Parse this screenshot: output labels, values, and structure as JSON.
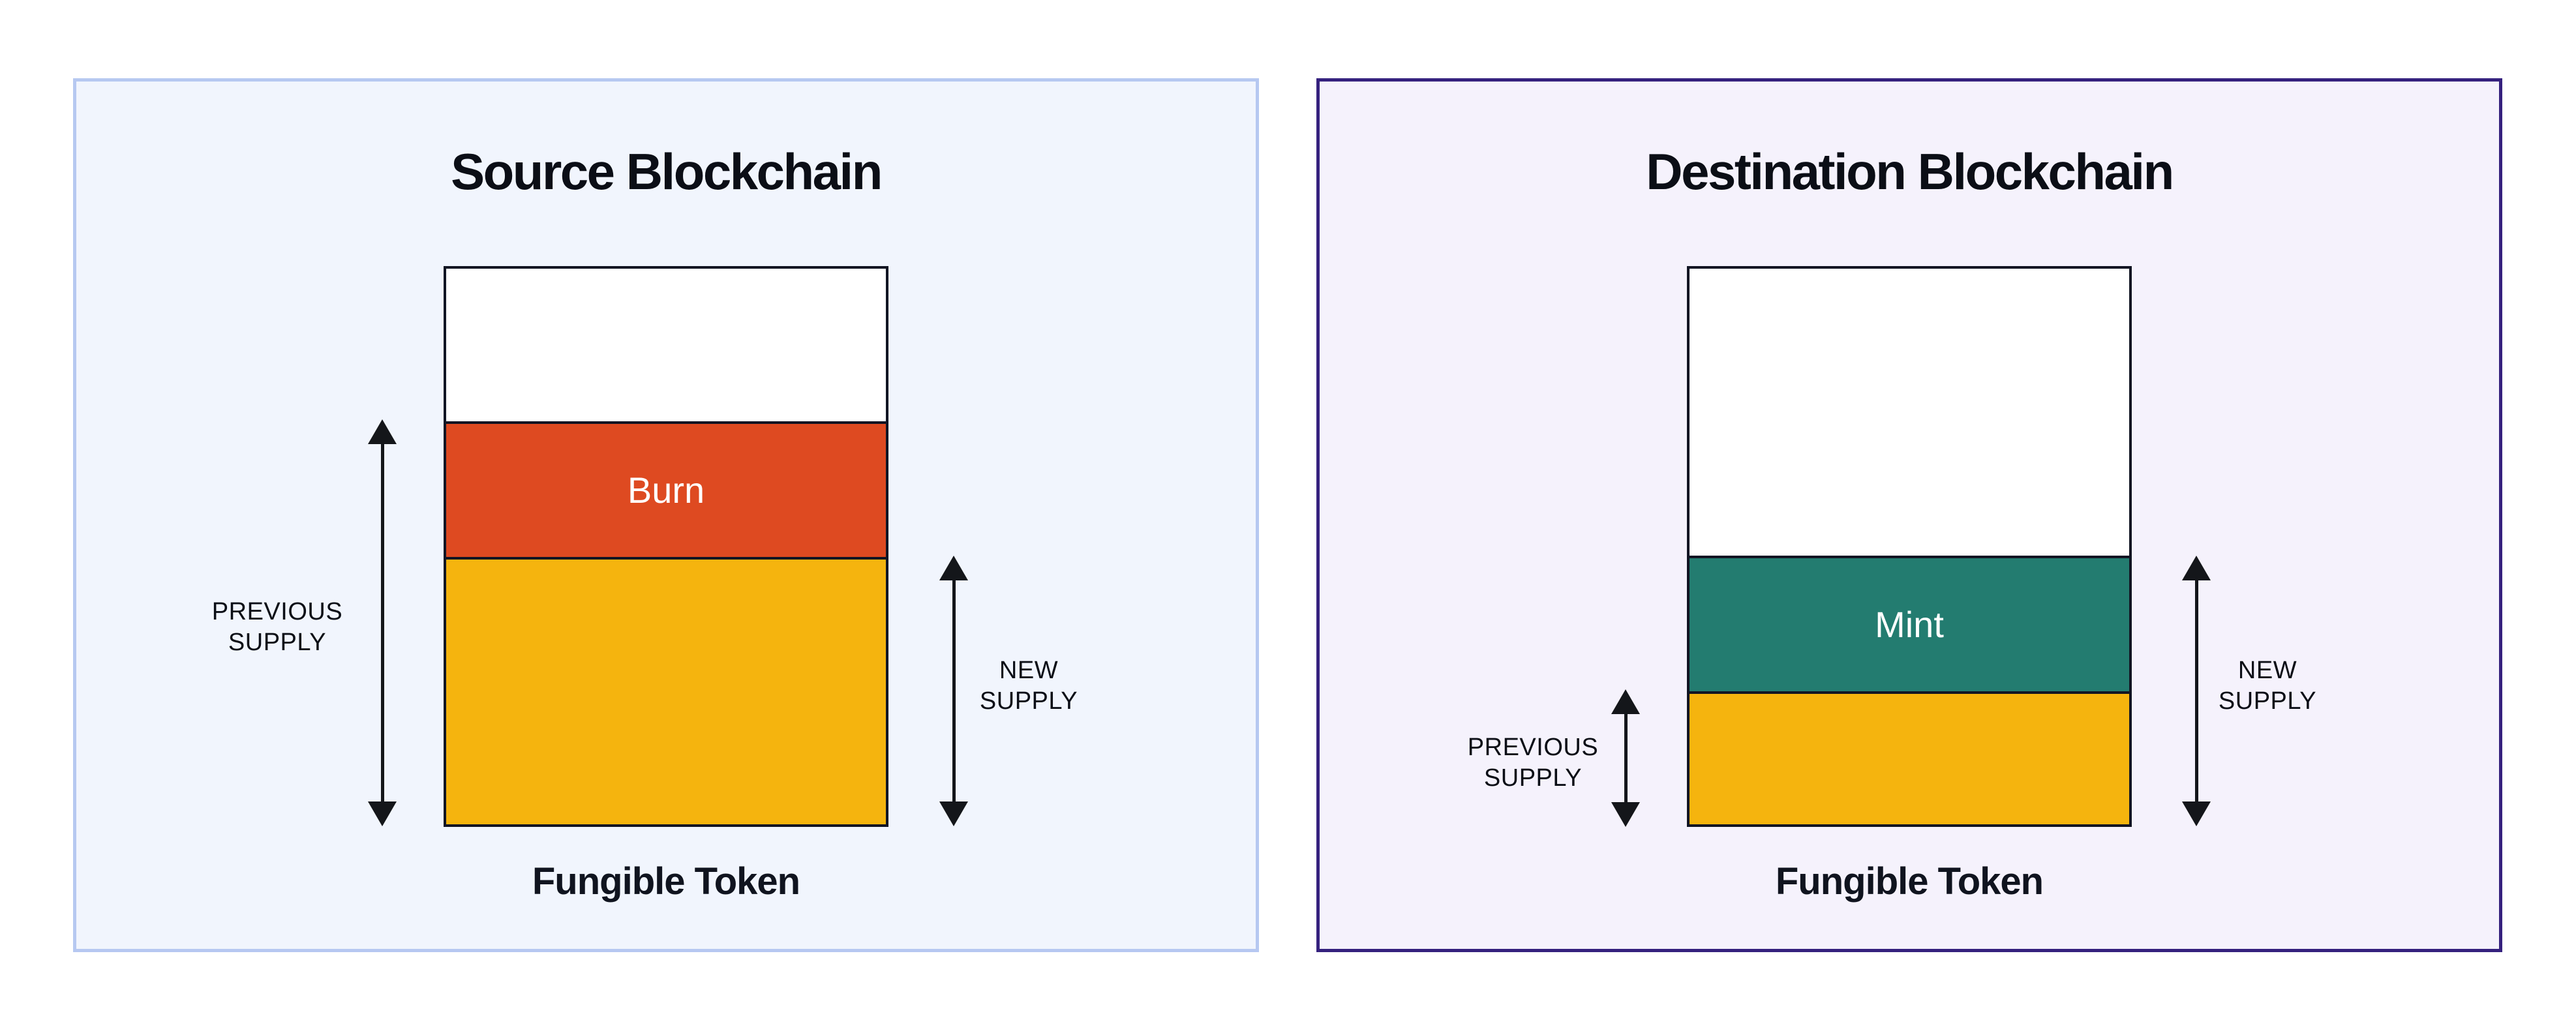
{
  "colors": {
    "page_background": "#FFFFFF",
    "source_panel_background": "#F1F5FD",
    "source_panel_border": "#B6C8F1",
    "destination_panel_background": "#F5F2FC",
    "destination_panel_border": "#35217E",
    "bar_border": "#111523",
    "burn_red": "#DE4A21",
    "mint_teal": "#237C70",
    "supply_yellow": "#F5B40E",
    "arrow_black": "#14161A",
    "text_dark": "#0B0E16"
  },
  "panels": [
    {
      "title": "Source Blockchain",
      "token_label": "Fungible Token",
      "bar": {
        "segments": [
          {
            "name": "empty-headroom",
            "label": "",
            "color": "#FFFFFF",
            "height_pct": 27.5
          },
          {
            "name": "burn",
            "label": "Burn",
            "color": "#DE4A21",
            "label_color": "#FFFFFF",
            "height_pct": 24.4
          },
          {
            "name": "remaining-supply",
            "label": "",
            "color": "#F5B40E",
            "height_pct": 48.1
          }
        ]
      },
      "annotations": [
        {
          "name": "previous-supply",
          "line1": "PREVIOUS",
          "line2": "SUPPLY",
          "side": "left",
          "spans": "burn + remaining-supply"
        },
        {
          "name": "new-supply",
          "line1": "NEW",
          "line2": "SUPPLY",
          "side": "right",
          "spans": "remaining-supply"
        }
      ]
    },
    {
      "title": "Destination Blockchain",
      "token_label": "Fungible Token",
      "bar": {
        "segments": [
          {
            "name": "empty-headroom",
            "label": "",
            "color": "#FFFFFF",
            "height_pct": 51.7
          },
          {
            "name": "mint",
            "label": "Mint",
            "color": "#237C70",
            "label_color": "#FFFFFF",
            "height_pct": 24.3
          },
          {
            "name": "previous-supply",
            "label": "",
            "color": "#F5B40E",
            "height_pct": 24.0
          }
        ]
      },
      "annotations": [
        {
          "name": "previous-supply",
          "line1": "PREVIOUS",
          "line2": "SUPPLY",
          "side": "left",
          "spans": "previous-supply"
        },
        {
          "name": "new-supply",
          "line1": "NEW",
          "line2": "SUPPLY",
          "side": "right",
          "spans": "mint + previous-supply"
        }
      ]
    }
  ]
}
